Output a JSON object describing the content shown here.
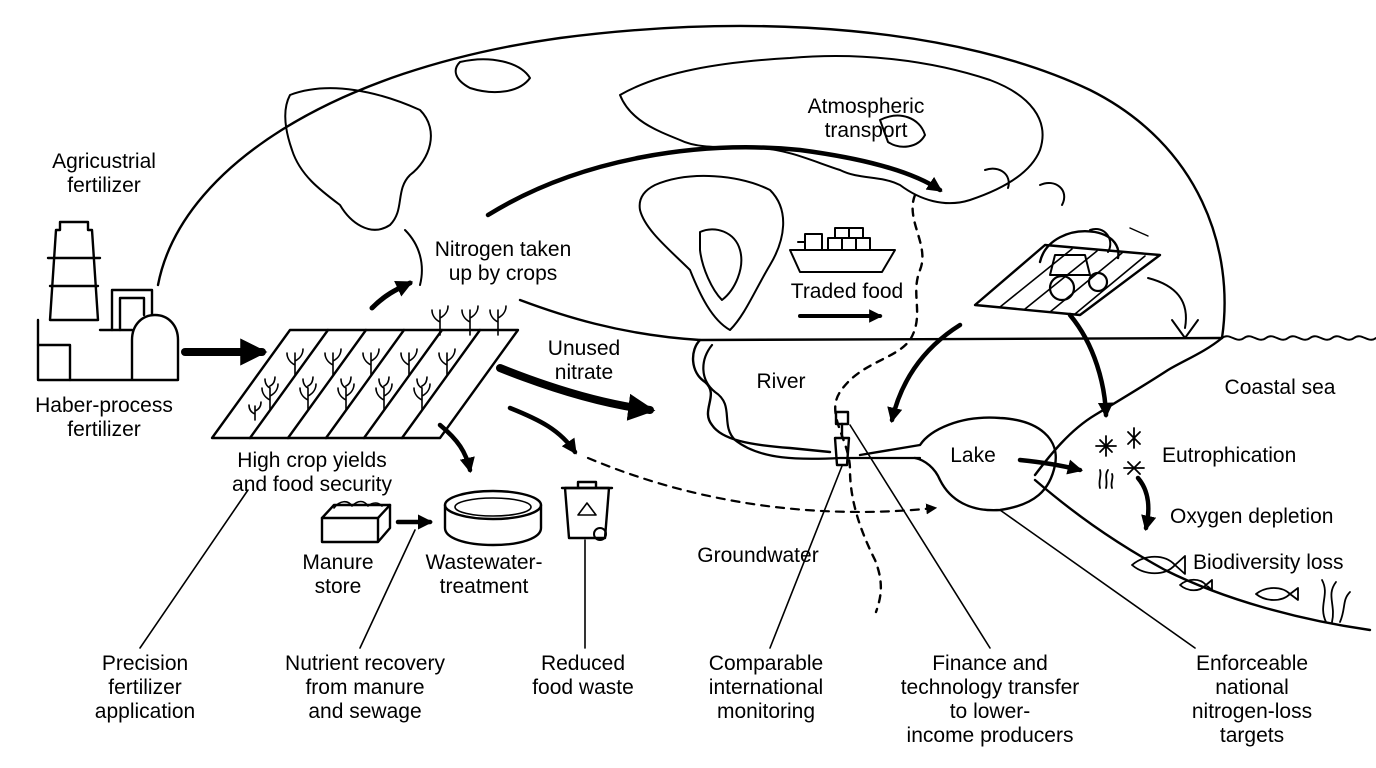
{
  "colors": {
    "ink": "#000000",
    "paper": "#ffffff"
  },
  "labels": {
    "agricustrial_fertilizer": "Agricustrial\nfertilizer",
    "haber_process_fertilizer": "Haber-process\nfertilizer",
    "nitrogen_taken_up": "Nitrogen taken\nup by crops",
    "atmospheric_transport": "Atmospheric\ntransport",
    "traded_food": "Traded food",
    "unused_nitrate": "Unused\nnitrate",
    "river": "River",
    "coastal_sea": "Coastal sea",
    "lake": "Lake",
    "eutrophication": "Eutrophication",
    "oxygen_depletion": "Oxygen depletion",
    "biodiversity_loss": "Biodiversity loss",
    "high_crop_yields": "High crop yields\nand food security",
    "manure_store": "Manure\nstore",
    "wastewater_treatment": "Wastewater-\ntreatment",
    "groundwater": "Groundwater",
    "precision_fertilizer": "Precision\nfertilizer\napplication",
    "nutrient_recovery": "Nutrient recovery\nfrom manure\nand sewage",
    "reduced_food_waste": "Reduced\nfood waste",
    "comparable_monitoring": "Comparable\ninternational\nmonitoring",
    "finance_technology": "Finance and\ntechnology transfer\nto lower-\nincome producers",
    "enforceable_targets": "Enforceable\nnational\nnitrogen-loss\ntargets"
  },
  "icons": {
    "factory": "factory-icon",
    "crop_field": "crop-field-icon",
    "ship": "cargo-ship-icon",
    "tractor": "tractor-icon",
    "manure": "manure-store-icon",
    "wastewater": "wastewater-tank-icon",
    "bin": "recycling-bin-icon",
    "monitor": "monitoring-station-icon",
    "algae": "algae-icon",
    "fish": "fish-icon",
    "seaweed": "seaweed-icon"
  }
}
